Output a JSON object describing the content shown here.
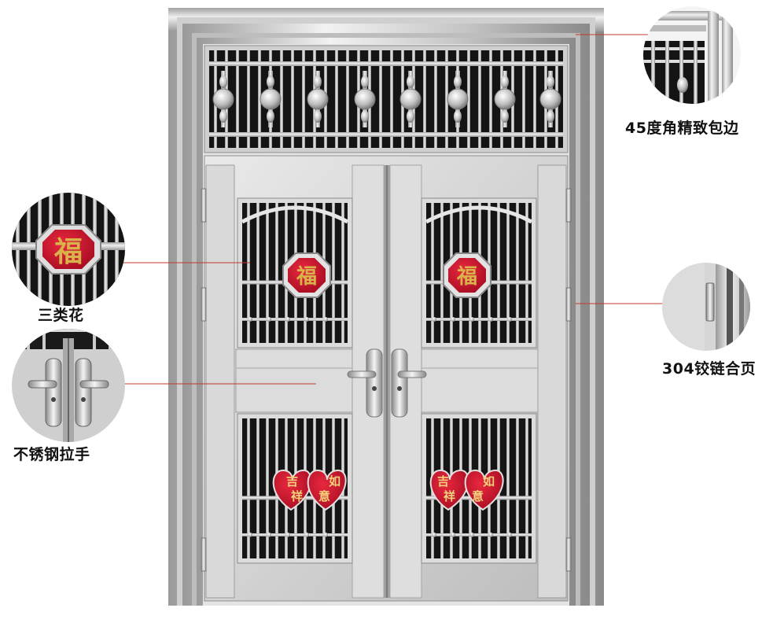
{
  "callouts": {
    "corner_trim": "45度角精致包边",
    "flower_type": "三类花",
    "hinge": "304铰链合页",
    "handle": "不锈钢拉手"
  },
  "decorations": {
    "fu_character": "福",
    "ji": "吉",
    "xiang": "祥",
    "ru": "如",
    "yi": "意"
  },
  "colors": {
    "steel_light": "#e8e8e8",
    "steel_mid": "#b9b9b9",
    "steel_dark": "#6e6e6e",
    "glass_dark": "#151515",
    "ornament_red": "#c8102e",
    "ornament_gold": "#d9b24a",
    "leader_line": "#c0392b"
  }
}
